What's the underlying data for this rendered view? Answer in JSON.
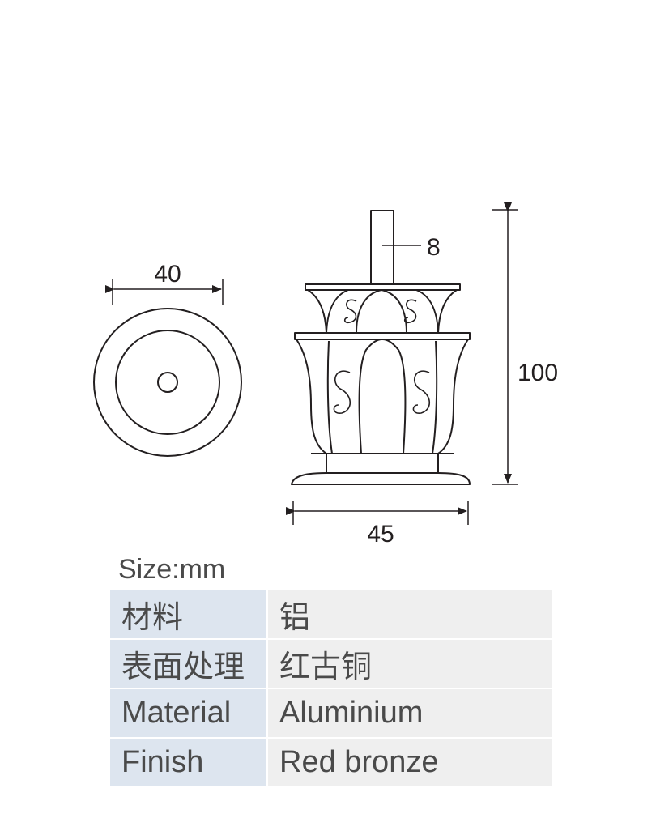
{
  "dimensions": {
    "top_view_diameter": "40",
    "side_width": "45",
    "height": "100",
    "spindle_diameter": "8"
  },
  "units_label": "Size:mm",
  "specs": [
    {
      "key": "材料",
      "value": "铝"
    },
    {
      "key": "表面处理",
      "value": "红古铜"
    },
    {
      "key": "Material",
      "value": "Aluminium"
    },
    {
      "key": "Finish",
      "value": "Red bronze"
    }
  ]
}
